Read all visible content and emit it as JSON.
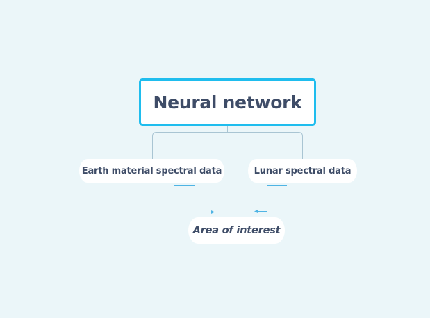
{
  "diagram": {
    "root": {
      "label": "Neural network"
    },
    "children": [
      {
        "label": "Earth material spectral data"
      },
      {
        "label": "Lunar spectral data"
      }
    ],
    "target": {
      "label": "Area of interest"
    }
  },
  "colors": {
    "background": "#ebf6f9",
    "root_border": "#1fbdee",
    "node_fill": "#ffffff",
    "text": "#3e4c67",
    "tree_connector": "#a9c5d3",
    "arrow_connector": "#4fb4e4"
  }
}
